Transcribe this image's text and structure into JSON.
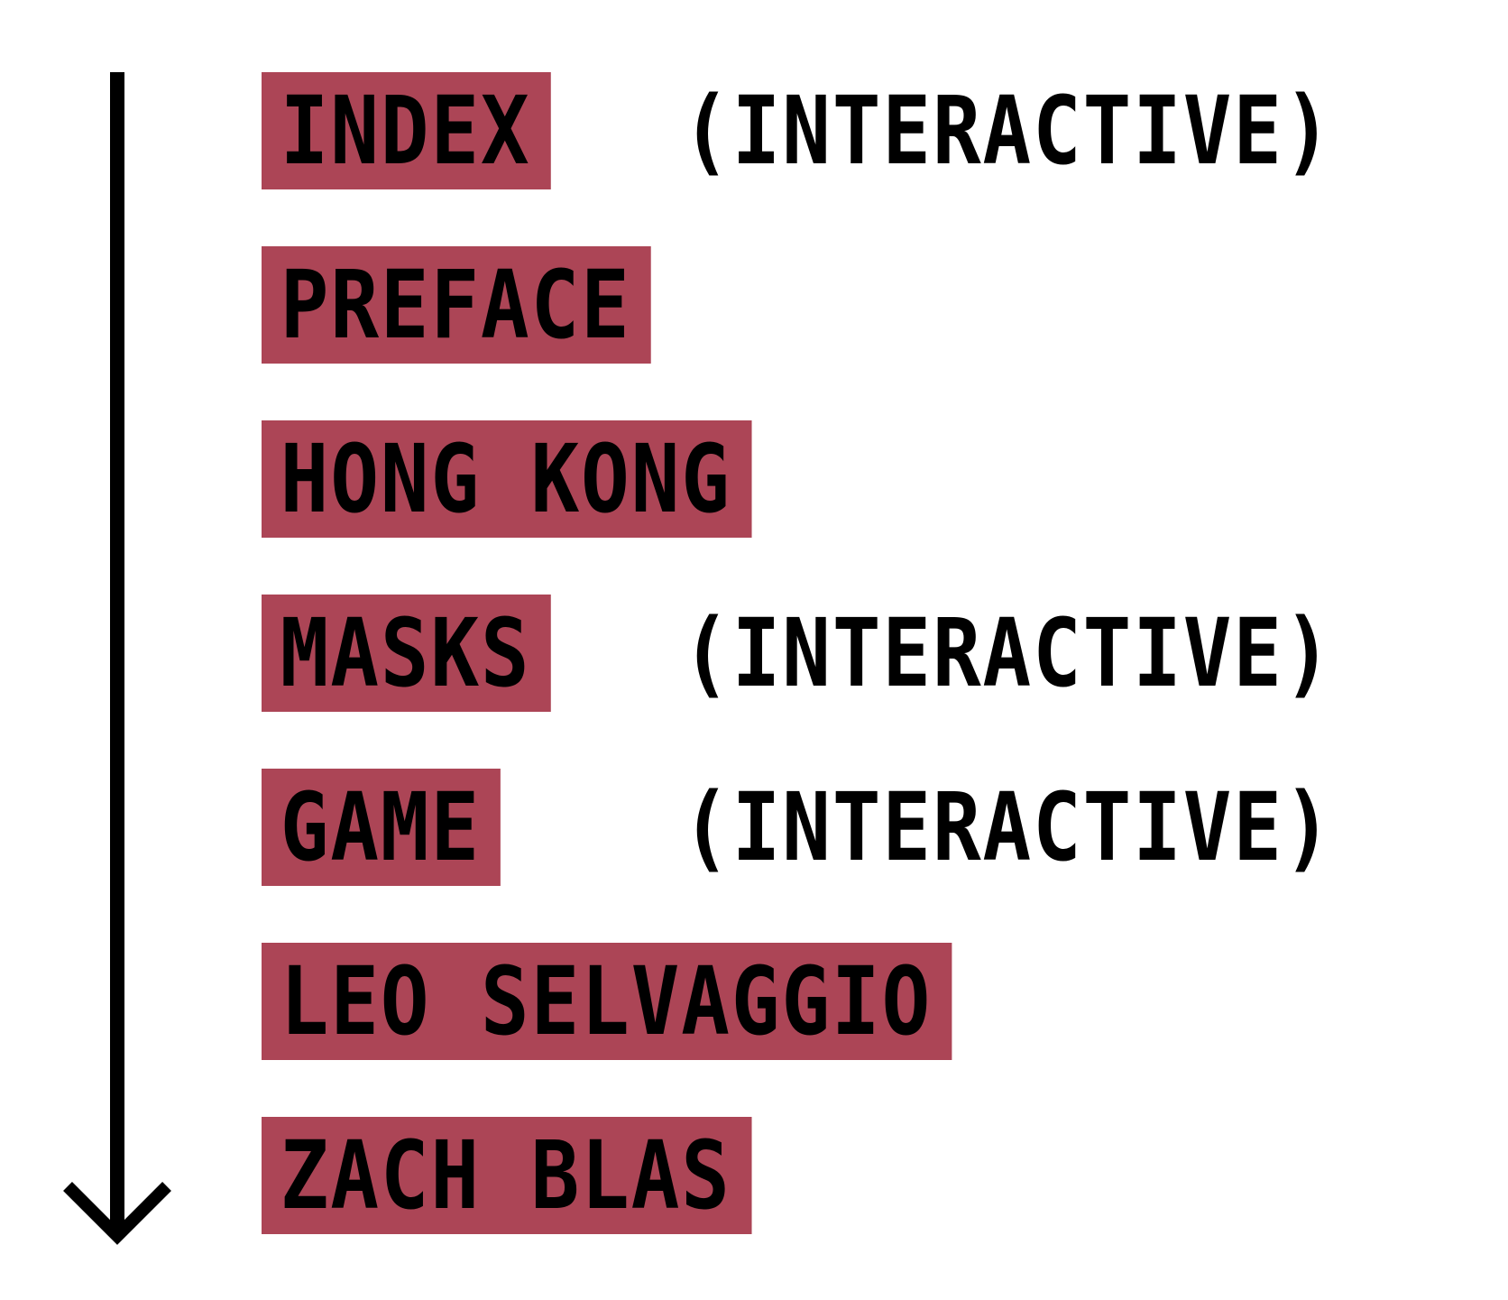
{
  "colors": {
    "link_background": "#ac4556",
    "text": "#000000",
    "page_background": "#ffffff"
  },
  "scroll_arrow": {
    "icon": "down-arrow-icon"
  },
  "menu": {
    "items": [
      {
        "label": "INDEX",
        "tag": "(INTERACTIVE)"
      },
      {
        "label": "PREFACE"
      },
      {
        "label": "HONG KONG"
      },
      {
        "label": "MASKS",
        "tag": "(INTERACTIVE)"
      },
      {
        "label": "GAME",
        "tag": "(INTERACTIVE)"
      },
      {
        "label": "LEO SELVAGGIO"
      },
      {
        "label": "ZACH BLAS"
      }
    ]
  }
}
